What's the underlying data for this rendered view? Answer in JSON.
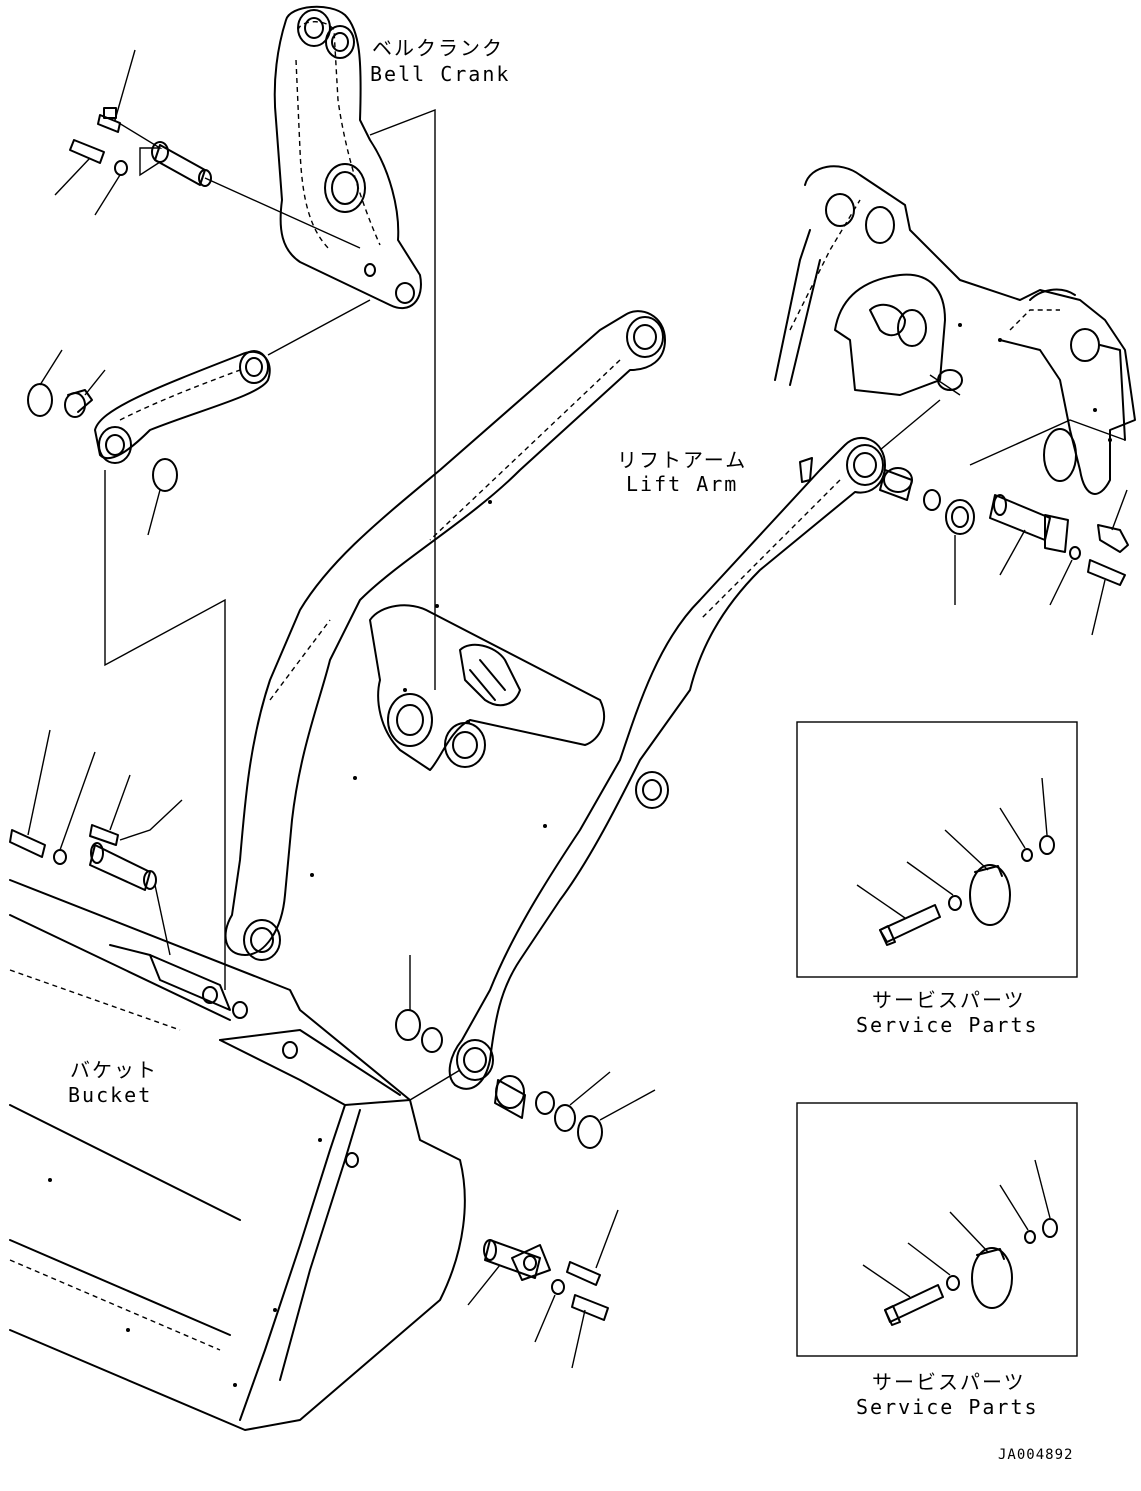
{
  "labels": {
    "bell_crank_jp": "ベルクランク",
    "bell_crank_en": "Bell Crank",
    "lift_arm_jp": "リフトアーム",
    "lift_arm_en": "Lift Arm",
    "bucket_jp": "バケット",
    "bucket_en": "Bucket",
    "service_parts_1_jp": "サービスパーツ",
    "service_parts_1_en": "Service Parts",
    "service_parts_2_jp": "サービスパーツ",
    "service_parts_2_en": "Service Parts"
  },
  "drawing_code": "JA004892"
}
